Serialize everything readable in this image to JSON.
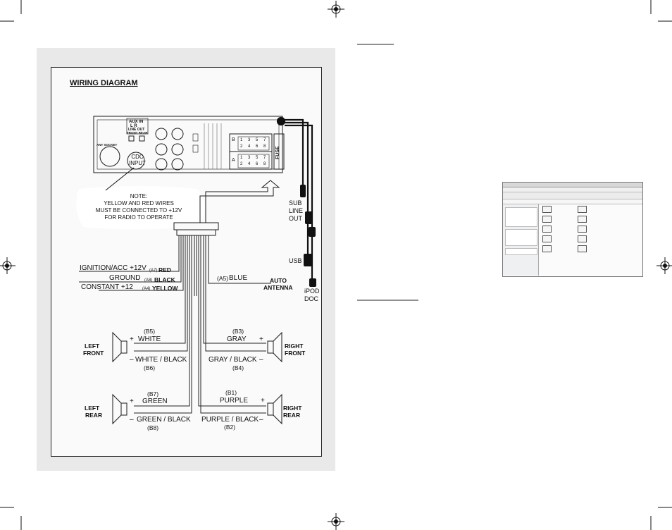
{
  "diagram": {
    "title": "WIRING DIAGRAM",
    "unit": {
      "aux_in": "AUX IN",
      "aux_lr": "L      R",
      "line_out": "LINE OUT",
      "front_rear": "FRONT REAR",
      "ant_socket": "ANT SOCKET",
      "cdc_input": "CDC INPUT",
      "fuse": "FUSE",
      "block_b": "B",
      "block_a": "A",
      "pins_top": [
        "1",
        "3",
        "5",
        "7"
      ],
      "pins_bottom": [
        "2",
        "4",
        "6",
        "8"
      ]
    },
    "note": [
      "NOTE:",
      "YELLOW AND RED WIRES",
      "MUST BE CONNECTED TO +12V",
      "FOR RADIO TO OPERATE"
    ],
    "outputs": {
      "sub_line_out": [
        "SUB",
        "LINE",
        "OUT"
      ],
      "usb": "USB",
      "ipod_doc": [
        "iPOD",
        "DOC"
      ]
    },
    "power_wires": [
      {
        "label": "IGNITION/ACC +12V",
        "code": "(A7)",
        "color": "RED"
      },
      {
        "label": "GROUND",
        "code": "(A8)",
        "color": "BLACK"
      },
      {
        "label": "CONSTANT +12",
        "code": "(A4)",
        "color": "YELLOW"
      }
    ],
    "antenna": {
      "code": "(A5)",
      "color": "BLUE",
      "label": [
        "AUTO",
        "ANTENNA"
      ]
    },
    "speakers": {
      "left_front": {
        "name": [
          "LEFT",
          "FRONT"
        ],
        "plus_code": "(B5)",
        "plus_wire": "WHITE",
        "minus_wire": "WHITE / BLACK",
        "minus_code": "(B6)"
      },
      "right_front": {
        "name": [
          "RIGHT",
          "FRONT"
        ],
        "plus_code": "(B3)",
        "plus_wire": "GRAY",
        "minus_wire": "GRAY / BLACK",
        "minus_code": "(B4)"
      },
      "left_rear": {
        "name": [
          "LEFT",
          "REAR"
        ],
        "plus_code": "(B7)",
        "plus_wire": "GREEN",
        "minus_wire": "GREEN / BLACK",
        "minus_code": "(B8)"
      },
      "right_rear": {
        "name": [
          "RIGHT",
          "REAR"
        ],
        "plus_code": "(B1)",
        "plus_wire": "PURPLE",
        "minus_wire": "PURPLE / BLACK",
        "minus_code": "(B2)"
      },
      "plus_sign": "+",
      "minus_sign": "–"
    }
  },
  "colors": {
    "panel_bg": "#e9e9e9",
    "line": "#1a1a1a",
    "wire": "#222222"
  },
  "screenshot_icons": [
    "window-icon",
    "folder-icon"
  ]
}
